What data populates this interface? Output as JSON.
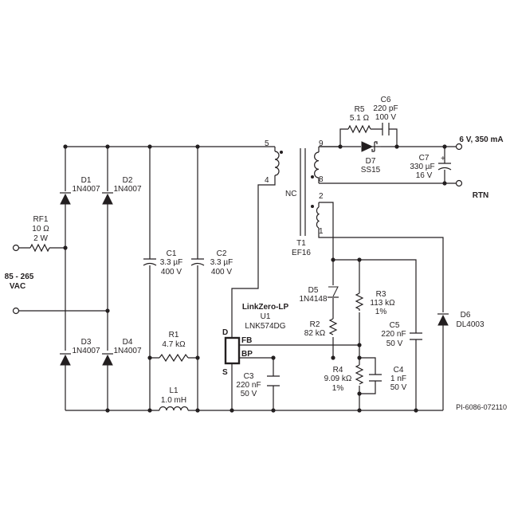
{
  "input": {
    "line1": "85 - 265",
    "line2": "VAC"
  },
  "outputs": {
    "positive": "6 V, 350 mA",
    "return": "RTN"
  },
  "figure_id": "PI-6086-072110",
  "components": {
    "rf1": {
      "ref": "RF1",
      "v1": "10 Ω",
      "v2": "2 W"
    },
    "d1": {
      "ref": "D1",
      "value": "1N4007"
    },
    "d2": {
      "ref": "D2",
      "value": "1N4007"
    },
    "d3": {
      "ref": "D3",
      "value": "1N4007"
    },
    "d4": {
      "ref": "D4",
      "value": "1N4007"
    },
    "c1": {
      "ref": "C1",
      "v1": "3.3 µF",
      "v2": "400 V"
    },
    "c2": {
      "ref": "C2",
      "v1": "3.3 µF",
      "v2": "400 V"
    },
    "r1": {
      "ref": "R1",
      "value": "4.7 kΩ"
    },
    "l1": {
      "ref": "L1",
      "value": "1.0 mH"
    },
    "u1": {
      "family": "LinkZero-LP",
      "ref": "U1",
      "part": "LNK574DG",
      "pin_d": "D",
      "pin_fb": "FB",
      "pin_bp": "BP",
      "pin_s": "S"
    },
    "c3": {
      "ref": "C3",
      "v1": "220 nF",
      "v2": "50 V"
    },
    "t1": {
      "ref": "T1",
      "core": "EF16",
      "pin5": "5",
      "pin4": "4",
      "pin9": "9",
      "pin8": "8",
      "pin2": "2",
      "pin1": "1",
      "nc": "NC"
    },
    "r5": {
      "ref": "R5",
      "value": "5.1 Ω"
    },
    "c6": {
      "ref": "C6",
      "v1": "220 pF",
      "v2": "100 V"
    },
    "d7": {
      "ref": "D7",
      "value": "SS15"
    },
    "c7": {
      "ref": "C7",
      "v1": "330 µF",
      "v2": "16 V"
    },
    "d5": {
      "ref": "D5",
      "value": "1N4148"
    },
    "r2": {
      "ref": "R2",
      "value": "82 kΩ"
    },
    "r3": {
      "ref": "R3",
      "v1": "113 kΩ",
      "v2": "1%"
    },
    "r4": {
      "ref": "R4",
      "v1": "9.09 kΩ",
      "v2": "1%"
    },
    "c4": {
      "ref": "C4",
      "v1": "1 nF",
      "v2": "50 V"
    },
    "c5": {
      "ref": "C5",
      "v1": "220 nF",
      "v2": "50 V"
    },
    "d6": {
      "ref": "D6",
      "value": "DL4003"
    }
  }
}
